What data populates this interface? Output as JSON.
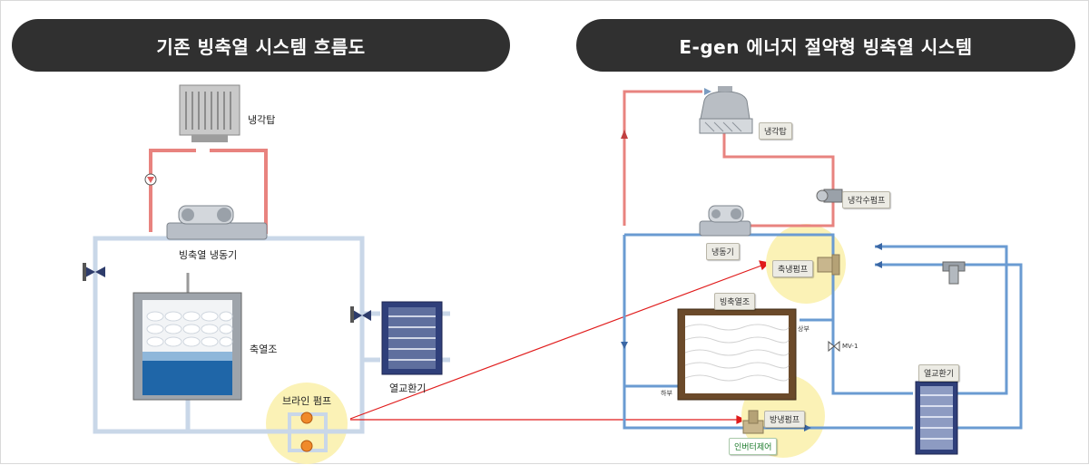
{
  "left_panel": {
    "title": "기존 빙축열 시스템 흐름도",
    "labels": {
      "cooling_tower": "냉각탑",
      "chiller": "빙축열 냉동기",
      "storage_tank": "축열조",
      "heat_exchanger": "열교환기",
      "brine_pump": "브라인 펌프"
    }
  },
  "right_panel": {
    "title": "E-gen 에너지 절약형 빙축열 시스템",
    "labels": {
      "cooling_tower": "냉각탑",
      "cooling_water_pump": "냉각수펌프",
      "chiller": "냉동기",
      "storage_pump": "축냉펌프",
      "ice_tank": "빙축열조",
      "upper": "상부",
      "lower": "하부",
      "valve": "MV-1",
      "heat_exchanger": "열교환기",
      "discharge_pump": "방냉펌프",
      "inverter": "인버터제어"
    }
  },
  "colors": {
    "pill_bg": "#303030",
    "hot_pipe": "#e8837f",
    "cold_pipe": "#6a9bd2",
    "pale_pipe": "#c6d5e6",
    "highlight": "#fbf2b6",
    "arrow": "#e01b1b"
  }
}
